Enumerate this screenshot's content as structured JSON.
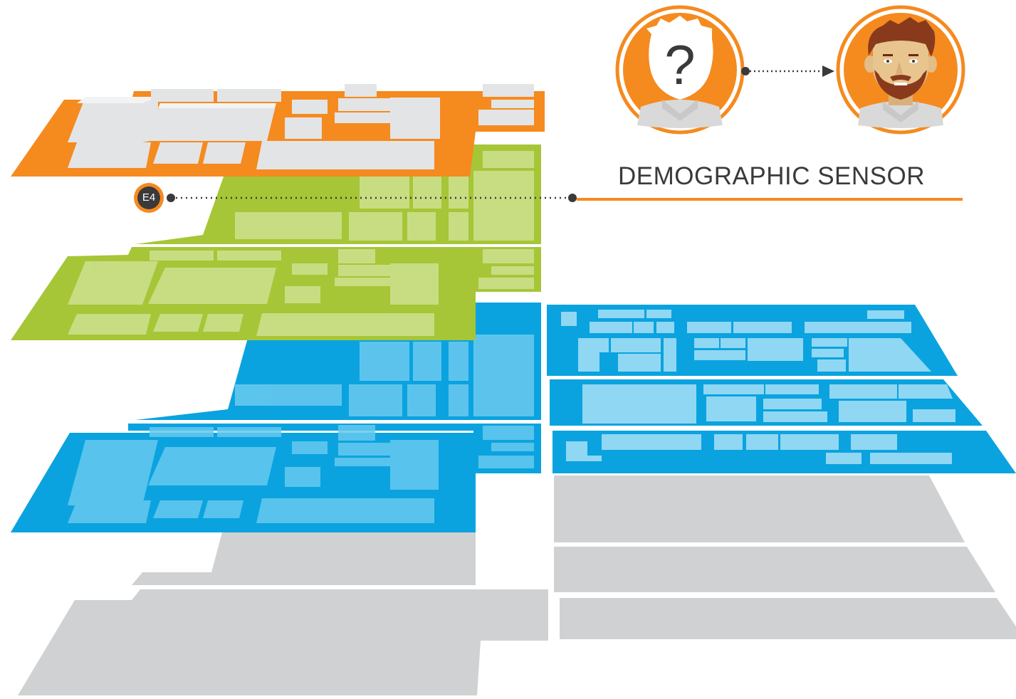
{
  "diagram": {
    "sensor_label": "DEMOGRAPHIC SENSOR",
    "marker_label": "E4",
    "avatars": [
      {
        "name": "unknown-person",
        "icon": "question-mark-face-icon",
        "glyph": "?"
      },
      {
        "name": "identified-person",
        "icon": "bearded-man-face-icon"
      }
    ]
  },
  "colors": {
    "orange": "#F58A1F",
    "green": "#A6C637",
    "blue": "#0AA3DF",
    "gray": "#D0D1D3",
    "block_gray": "#E3E4E6",
    "dark": "#3A3A3A"
  }
}
